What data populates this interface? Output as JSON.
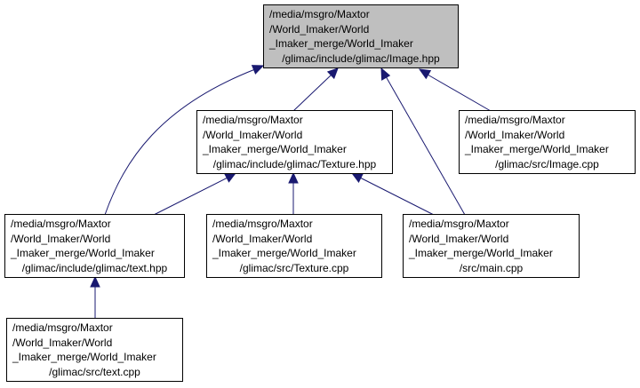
{
  "colors": {
    "edge": "#191970",
    "focus_fill": "#bfbfbf",
    "node_fill": "#ffffff"
  },
  "nodes": {
    "image_hpp": {
      "lines": [
        "/media/msgro/Maxtor",
        "/World_Imaker/World",
        "_Imaker_merge/World_Imaker",
        "/glimac/include/glimac/Image.hpp"
      ]
    },
    "texture_hpp": {
      "lines": [
        "/media/msgro/Maxtor",
        "/World_Imaker/World",
        "_Imaker_merge/World_Imaker",
        "/glimac/include/glimac/Texture.hpp"
      ]
    },
    "image_cpp": {
      "lines": [
        "/media/msgro/Maxtor",
        "/World_Imaker/World",
        "_Imaker_merge/World_Imaker",
        "/glimac/src/Image.cpp"
      ]
    },
    "text_hpp": {
      "lines": [
        "/media/msgro/Maxtor",
        "/World_Imaker/World",
        "_Imaker_merge/World_Imaker",
        "/glimac/include/glimac/text.hpp"
      ]
    },
    "texture_cpp": {
      "lines": [
        "/media/msgro/Maxtor",
        "/World_Imaker/World",
        "_Imaker_merge/World_Imaker",
        "/glimac/src/Texture.cpp"
      ]
    },
    "main_cpp": {
      "lines": [
        "/media/msgro/Maxtor",
        "/World_Imaker/World",
        "_Imaker_merge/World_Imaker",
        "/src/main.cpp"
      ]
    },
    "text_cpp": {
      "lines": [
        "/media/msgro/Maxtor",
        "/World_Imaker/World",
        "_Imaker_merge/World_Imaker",
        "/glimac/src/text.cpp"
      ]
    }
  },
  "edges": [
    {
      "from": "texture_hpp",
      "to": "image_hpp"
    },
    {
      "from": "image_cpp",
      "to": "image_hpp"
    },
    {
      "from": "text_hpp",
      "to": "image_hpp"
    },
    {
      "from": "main_cpp",
      "to": "image_hpp"
    },
    {
      "from": "text_hpp",
      "to": "texture_hpp"
    },
    {
      "from": "texture_cpp",
      "to": "texture_hpp"
    },
    {
      "from": "main_cpp",
      "to": "texture_hpp"
    },
    {
      "from": "text_cpp",
      "to": "text_hpp"
    }
  ]
}
